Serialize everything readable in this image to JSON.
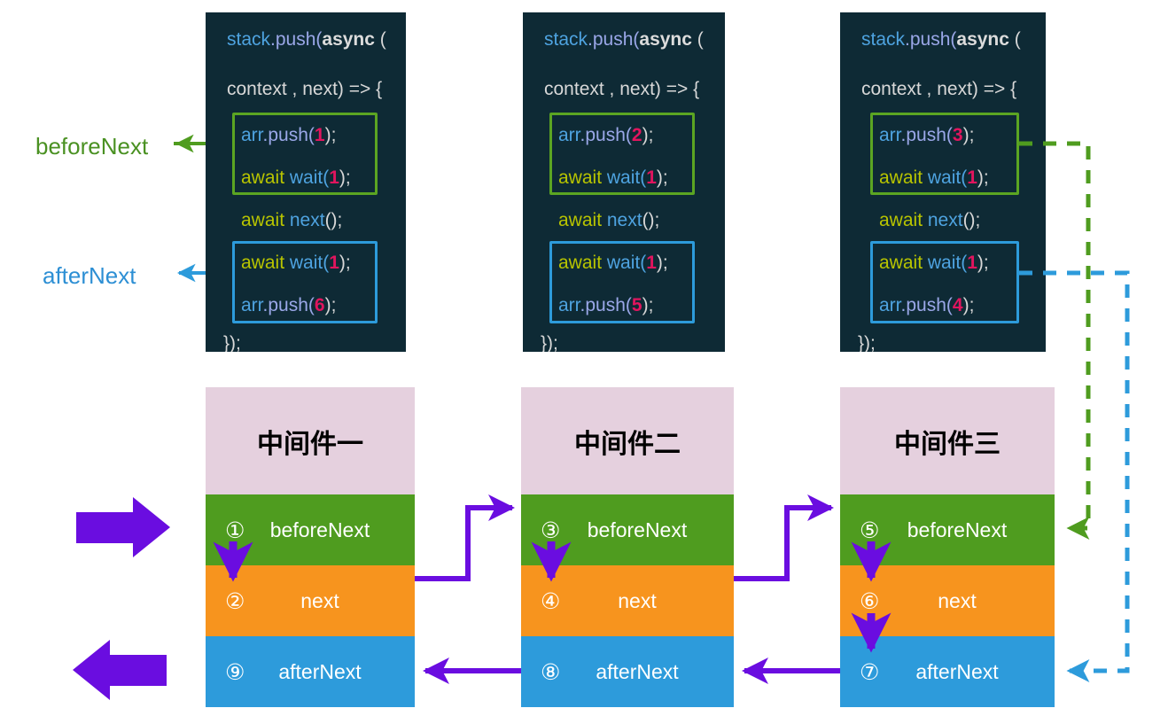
{
  "diagram": {
    "title": "Koa middleware onion execution order",
    "colors": {
      "code_bg": "#0e2a35",
      "green": "#4f9c1f",
      "orange": "#f7941e",
      "blue": "#2d9bdb",
      "pink": "#e5d0de",
      "purple": "#6a0de0",
      "green_line": "#5ba522",
      "blue_line": "#2d9bdb",
      "number_pink": "#e0155e"
    }
  },
  "side_labels": {
    "before": "beforeNext",
    "after": "afterNext"
  },
  "code_cards": [
    {
      "line1_a": "stack",
      "line1_b": ".push(",
      "line1_c": "async",
      "line1_d": " (",
      "line2": "context , next) => {",
      "before_push_fn": "arr",
      "before_push_call": ".push(",
      "before_push_num": "1",
      "before_push_end": ");",
      "before_await": "await",
      "before_wait": " wait(",
      "before_wait_num": "1",
      "before_wait_end": ");",
      "next_await": "await",
      "next_call": " next",
      "next_end": "();",
      "after_await": "await",
      "after_wait": " wait(",
      "after_wait_num": "1",
      "after_wait_end": ");",
      "after_push_fn": "arr",
      "after_push_call": ".push(",
      "after_push_num": "6",
      "after_push_end": ");",
      "closing": "});"
    },
    {
      "line1_a": "stack",
      "line1_b": ".push(",
      "line1_c": "async",
      "line1_d": " (",
      "line2": "context , next) => {",
      "before_push_fn": "arr",
      "before_push_call": ".push(",
      "before_push_num": "2",
      "before_push_end": ");",
      "before_await": "await",
      "before_wait": " wait(",
      "before_wait_num": "1",
      "before_wait_end": ");",
      "next_await": "await",
      "next_call": " next",
      "next_end": "();",
      "after_await": "await",
      "after_wait": " wait(",
      "after_wait_num": "1",
      "after_wait_end": ");",
      "after_push_fn": "arr",
      "after_push_call": ".push(",
      "after_push_num": "5",
      "after_push_end": ");",
      "closing": "});"
    },
    {
      "line1_a": "stack",
      "line1_b": ".push(",
      "line1_c": "async",
      "line1_d": " (",
      "line2": "context , next) => {",
      "before_push_fn": "arr",
      "before_push_call": ".push(",
      "before_push_num": "3",
      "before_push_end": ");",
      "before_await": "await",
      "before_wait": " wait(",
      "before_wait_num": "1",
      "before_wait_end": ");",
      "next_await": "await",
      "next_call": " next",
      "next_end": "();",
      "after_await": "await",
      "after_wait": " wait(",
      "after_wait_num": "1",
      "after_wait_end": ");",
      "after_push_fn": "arr",
      "after_push_call": ".push(",
      "after_push_num": "4",
      "after_push_end": ");",
      "closing": "});"
    }
  ],
  "middlewares": [
    {
      "title": "中间件一",
      "before": {
        "num": "①",
        "label": "beforeNext"
      },
      "next": {
        "num": "②",
        "label": "next"
      },
      "after": {
        "num": "⑨",
        "label": "afterNext"
      }
    },
    {
      "title": "中间件二",
      "before": {
        "num": "③",
        "label": "beforeNext"
      },
      "next": {
        "num": "④",
        "label": "next"
      },
      "after": {
        "num": "⑧",
        "label": "afterNext"
      }
    },
    {
      "title": "中间件三",
      "before": {
        "num": "⑤",
        "label": "beforeNext"
      },
      "next": {
        "num": "⑥",
        "label": "next"
      },
      "after": {
        "num": "⑦",
        "label": "afterNext"
      }
    }
  ]
}
